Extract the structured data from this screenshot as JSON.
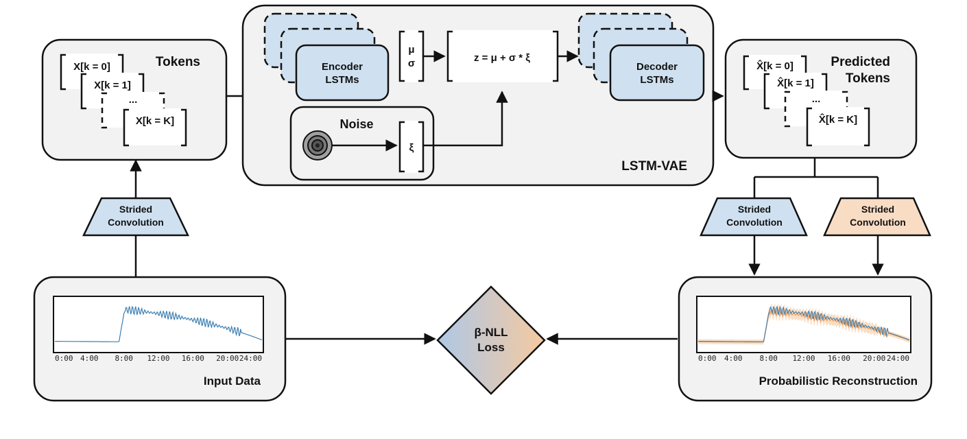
{
  "colors": {
    "blue_fill": "#cfe1f0",
    "orange_fill": "#f8dcc4",
    "panel_fill": "#f2f2f2",
    "series_blue": "#3c7fb1",
    "series_orange": "#f0a060"
  },
  "tokens": {
    "title": "Tokens",
    "items": [
      "X[k = 0]",
      "X[k = 1]",
      "...",
      "X[k = K]"
    ]
  },
  "lstm_vae": {
    "title": "LSTM-VAE",
    "encoder": [
      "Encoder",
      "LSTMs"
    ],
    "mu": "μ",
    "sigma": "σ",
    "equation": "z = μ + σ * ξ",
    "decoder": [
      "Decoder",
      "LSTMs"
    ],
    "noise_title": "Noise",
    "xi": "ξ"
  },
  "predicted_tokens": {
    "title": [
      "Predicted",
      "Tokens"
    ],
    "items": [
      "X̂[k = 0]",
      "X̂[k = 1]",
      "...",
      "X̂[k = K]"
    ]
  },
  "conv_left": [
    "Strided",
    "Convolution"
  ],
  "conv_right_blue": [
    "Strided",
    "Convolution"
  ],
  "conv_right_orange": [
    "Strided",
    "Convolution"
  ],
  "loss": [
    "β-NLL",
    "Loss"
  ],
  "input_data": {
    "title": "Input Data",
    "x_ticks": [
      "0:00",
      "4:00",
      "8:00",
      "12:00",
      "16:00",
      "20:00",
      "24:00"
    ]
  },
  "reconstruction": {
    "title": "Probabilistic Reconstruction",
    "x_ticks": [
      "0:00",
      "4:00",
      "8:00",
      "12:00",
      "16:00",
      "20:00",
      "24:00"
    ]
  }
}
